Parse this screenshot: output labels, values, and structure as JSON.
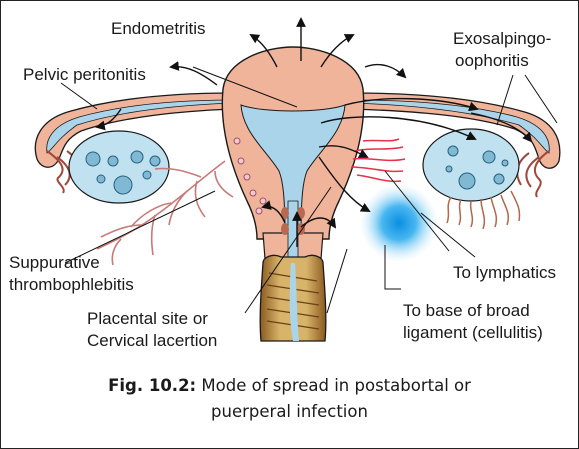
{
  "diagram": {
    "labels": {
      "endometritis": "Endometritis",
      "pelvic_peritonitis": "Pelvic peritonitis",
      "exosalpingo_line1": "Exosalpingo-",
      "exosalpingo_line2": "oophoritis",
      "suppurative_line1": "Suppurative",
      "suppurative_line2": "thrombophlebitis",
      "to_lymphatics": "To lymphatics",
      "broad_ligament_line1": "To base of broad",
      "broad_ligament_line2": "ligament (cellulitis)",
      "placental_line1": "Placental site or",
      "placental_line2": "Cervical lacertion"
    },
    "caption": {
      "prefix": "Fig. 10.2:",
      "line1": "Mode of spread in postabortal or",
      "line2": "puerperal infection"
    },
    "colors": {
      "uterus_wall": "#efb49a",
      "cavity": "#a9d4ea",
      "vagina": "#c8a25a",
      "vessels": "#c87a78",
      "lymph_red": "#e8304a",
      "cellulitis_blue": "#1a9fe6",
      "outline": "#1a1a1a"
    }
  }
}
